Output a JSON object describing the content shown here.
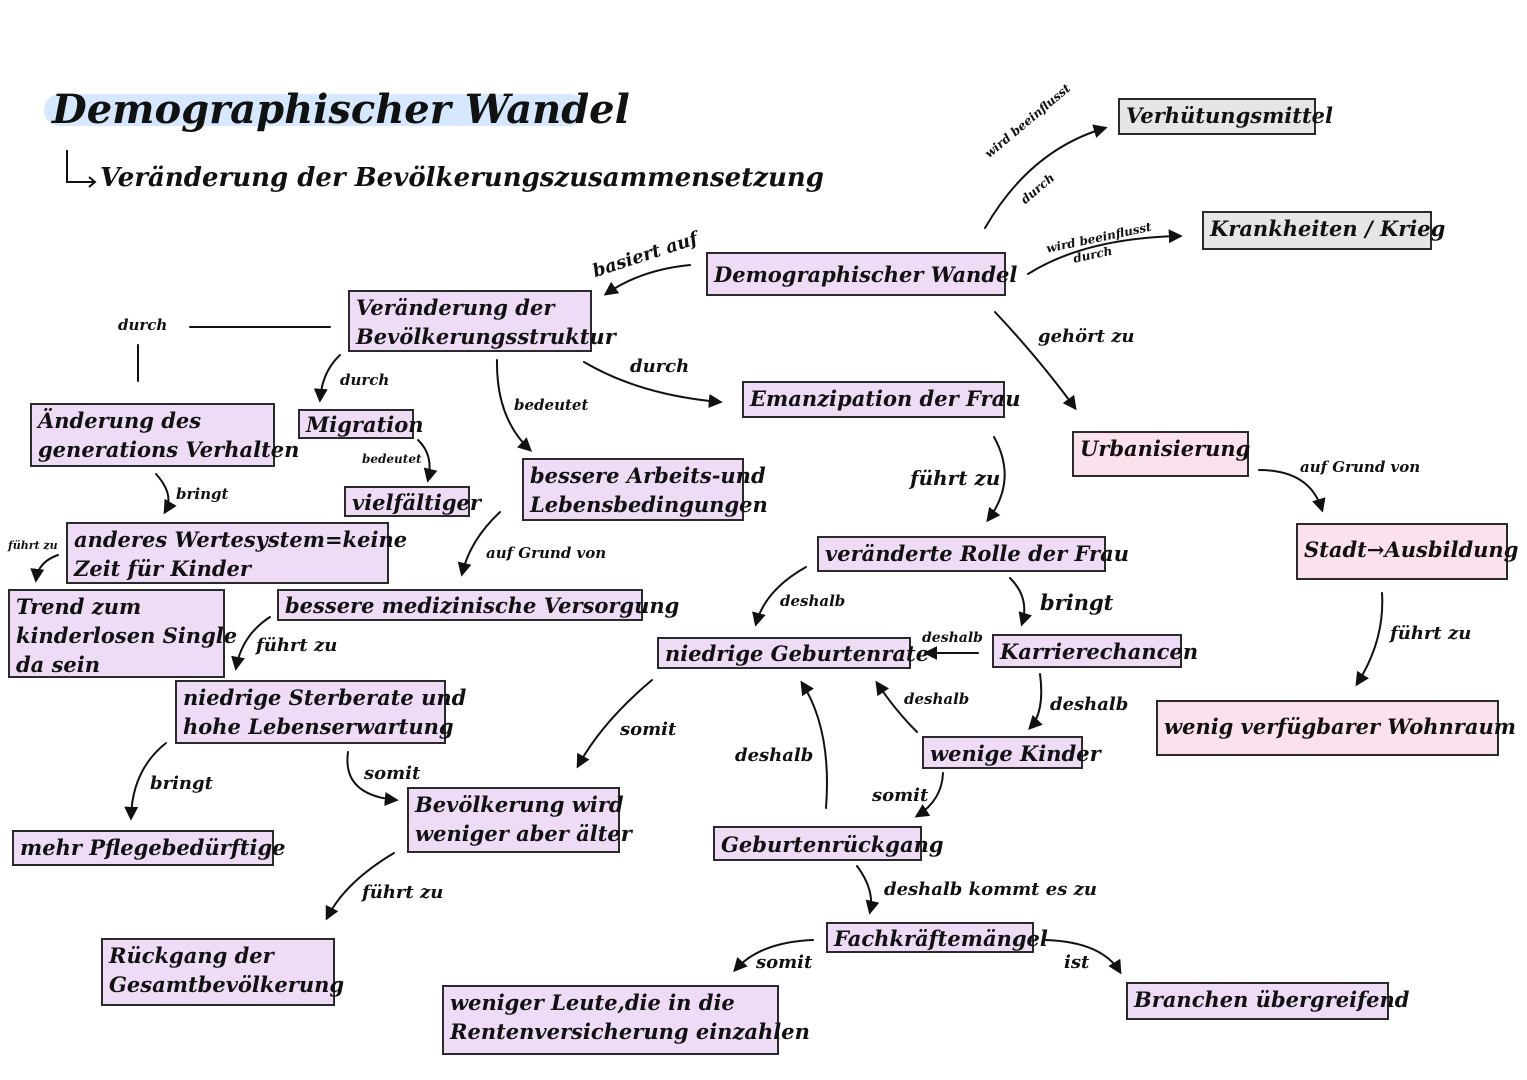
{
  "title": "Demographischer Wandel",
  "subtitle": "Veränderung der Bevölkerungszusammensetzung",
  "nodes": {
    "center": "Demographischer Wandel",
    "verhuetung": "Verhütungsmittel",
    "krankheiten": "Krankheiten / Krieg",
    "struktur_1": "Veränderung der",
    "struktur_2": "Bevölkerungsstruktur",
    "emanzipation": "Emanzipation der Frau",
    "urbanisierung": "Urbanisierung",
    "stadt": "Stadt→Ausbildung",
    "wohnraum": "wenig verfügbarer Wohnraum",
    "generation_1": "Änderung des",
    "generation_2": "generations Verhalten",
    "migration": "Migration",
    "vielfaeltiger": "vielfältiger",
    "arbeit_1": "bessere Arbeits-und",
    "arbeit_2": "Lebensbedingungen",
    "wertesystem_1": "anderes Wertesystem=keine",
    "wertesystem_2": "Zeit für Kinder",
    "trend_1": "Trend zum",
    "trend_2": "kinderlosen Single",
    "trend_3": "da sein",
    "medizin": "bessere medizinische Versorgung",
    "sterberate_1": "niedrige Sterberate und",
    "sterberate_2": "hohe Lebenserwartung",
    "pflege": "mehr Pflegebedürftige",
    "aelter_1": "Bevölkerung wird",
    "aelter_2": "weniger aber älter",
    "rueckgang_1": "Rückgang der",
    "rueckgang_2": "Gesamtbevölkerung",
    "rolle": "veränderte Rolle der Frau",
    "geburtenrate": "niedrige Geburtenrate",
    "karriere": "Karrierechancen",
    "kinder": "wenige Kinder",
    "geburtenrueckgang": "Geburtenrückgang",
    "fachkraefte": "Fachkräftemängel",
    "rente_1": "weniger Leute,die in die",
    "rente_2": "Rentenversicherung einzahlen",
    "branchen": "Branchen übergreifend"
  },
  "labels": {
    "wird_beeinflusst_1": "wird beeinflusst",
    "durch_1": "durch",
    "wird_beeinflusst_2": "wird beeinflusst",
    "durch_2": "durch",
    "basiert_auf": "basiert auf",
    "gehoert_zu": "gehört zu",
    "durch_struktur": "durch",
    "durch_left": "durch",
    "durch_migration": "durch",
    "bedeutet_arbeit": "bedeutet",
    "bedeutet_migration": "bedeutet",
    "auf_grund_von_1": "auf Grund von",
    "auf_grund_von_2": "auf Grund von",
    "bringt_1": "bringt",
    "fuehrt_zu_small": "führt zu",
    "fuehrt_zu_medizin": "führt zu",
    "bringt_pflege": "bringt",
    "somit_1": "somit",
    "fuehrt_zu_rueckgang": "führt zu",
    "fuehrt_zu_rolle": "führt zu",
    "deshalb_1": "deshalb",
    "bringt_karriere": "bringt",
    "deshalb_2": "deshalb",
    "deshalb_3": "deshalb",
    "deshalb_4": "deshalb",
    "deshalb_5": "deshalb",
    "somit_2": "somit",
    "somit_3": "somit",
    "deshalb_kommt_es_zu": "deshalb kommt es zu",
    "somit_4": "somit",
    "ist": "ist",
    "fuehrt_zu_wohnraum": "führt zu"
  },
  "colors": {
    "node_fill": "#eedcf7",
    "node_pink": "#fbe0ee",
    "node_gray": "#e6e6e6",
    "title_highlight": "#d6e8ff"
  }
}
